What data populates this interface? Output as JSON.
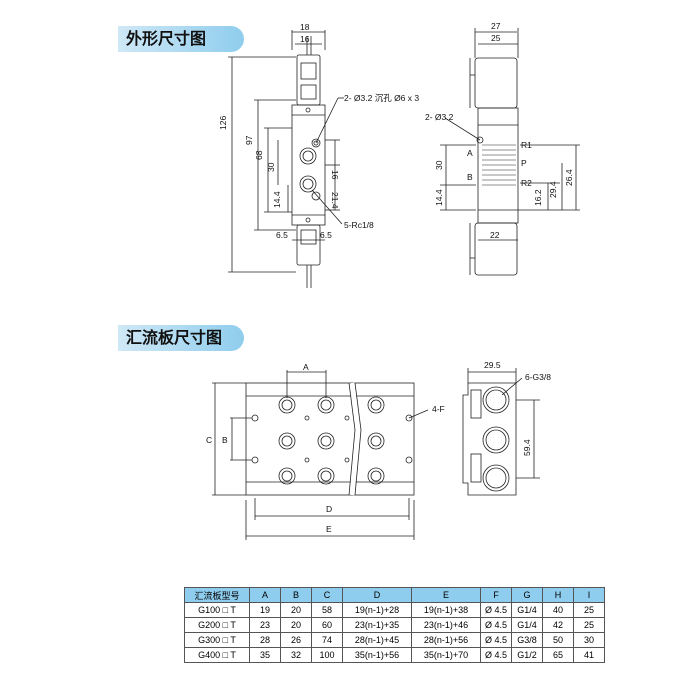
{
  "section1_title": "外形尺寸图",
  "section2_title": "汇流板尺寸图",
  "front_view": {
    "dim_top1": "18",
    "dim_top2": "16",
    "dim_126": "126",
    "dim_97": "97",
    "dim_68": "68",
    "dim_30": "30",
    "dim_14_4": "14.4",
    "dim_16": "16",
    "dim_21_4": "21.4",
    "dim_6_5_left": "6.5",
    "dim_6_5_right": "6.5",
    "callout_holes": "2- Ø3.2 沉孔 Ø6 x 3",
    "callout_ports": "5-Rc1/8"
  },
  "side_view": {
    "dim_27": "27",
    "dim_25": "25",
    "dim_22": "22",
    "dim_30": "30",
    "dim_14_4": "14.4",
    "dim_16_2": "16.2",
    "dim_29_4": "29.4",
    "dim_26_4": "26.4",
    "callout_hole": "2- Ø3.2",
    "port_a": "A",
    "port_b": "B",
    "port_r1": "R1",
    "port_p": "P",
    "port_r2": "R2"
  },
  "manifold_view": {
    "label_a": "A",
    "label_b": "B",
    "label_c": "C",
    "label_d": "D",
    "label_e": "E",
    "callout_f": "4-F",
    "dim_29_5": "29.5",
    "callout_g": "6-G3/8",
    "dim_59_4": "59.4"
  },
  "table": {
    "headers": [
      "汇流板型号",
      "A",
      "B",
      "C",
      "D",
      "E",
      "F",
      "G",
      "H",
      "I"
    ],
    "rows": [
      [
        "G100 □ T",
        "19",
        "20",
        "58",
        "19(n-1)+28",
        "19(n-1)+38",
        "Ø 4.5",
        "G1/4",
        "40",
        "25"
      ],
      [
        "G200 □ T",
        "23",
        "20",
        "60",
        "23(n-1)+35",
        "23(n-1)+46",
        "Ø 4.5",
        "G1/4",
        "42",
        "25"
      ],
      [
        "G300 □ T",
        "28",
        "26",
        "74",
        "28(n-1)+45",
        "28(n-1)+56",
        "Ø 4.5",
        "G3/8",
        "50",
        "30"
      ],
      [
        "G400 □ T",
        "35",
        "32",
        "100",
        "35(n-1)+56",
        "35(n-1)+70",
        "Ø 4.5",
        "G1/2",
        "65",
        "41"
      ]
    ]
  }
}
